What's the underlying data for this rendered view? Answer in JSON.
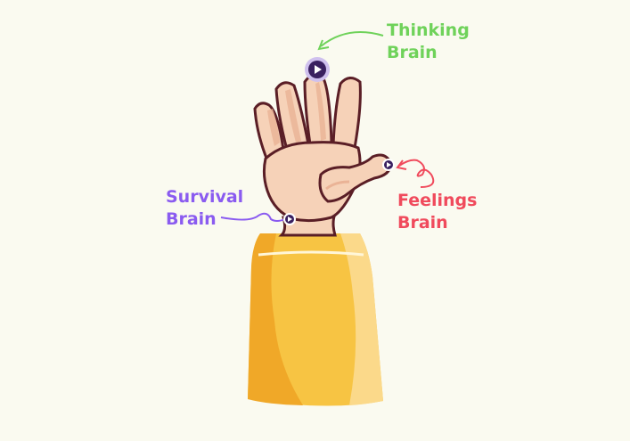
{
  "labels": {
    "thinking": [
      "Thinking",
      "Brain"
    ],
    "survival": [
      "Survival",
      "Brain"
    ],
    "feelings": [
      "Feelings",
      "Brain"
    ]
  },
  "colors": {
    "background": "#fafaf0",
    "thinking": "#6fd25a",
    "survival": "#8a5bf0",
    "feelings": "#f04a5c",
    "skin": "#f6d2b8",
    "skin_shadow": "#eab396",
    "outline": "#5a1e26",
    "sleeve": "#f7c443",
    "sleeve_dark": "#f0a828",
    "sleeve_light": "#fbd98a",
    "play_button": "#3a2060"
  },
  "icons": [
    "play-icon",
    "curved-arrow-icon"
  ]
}
